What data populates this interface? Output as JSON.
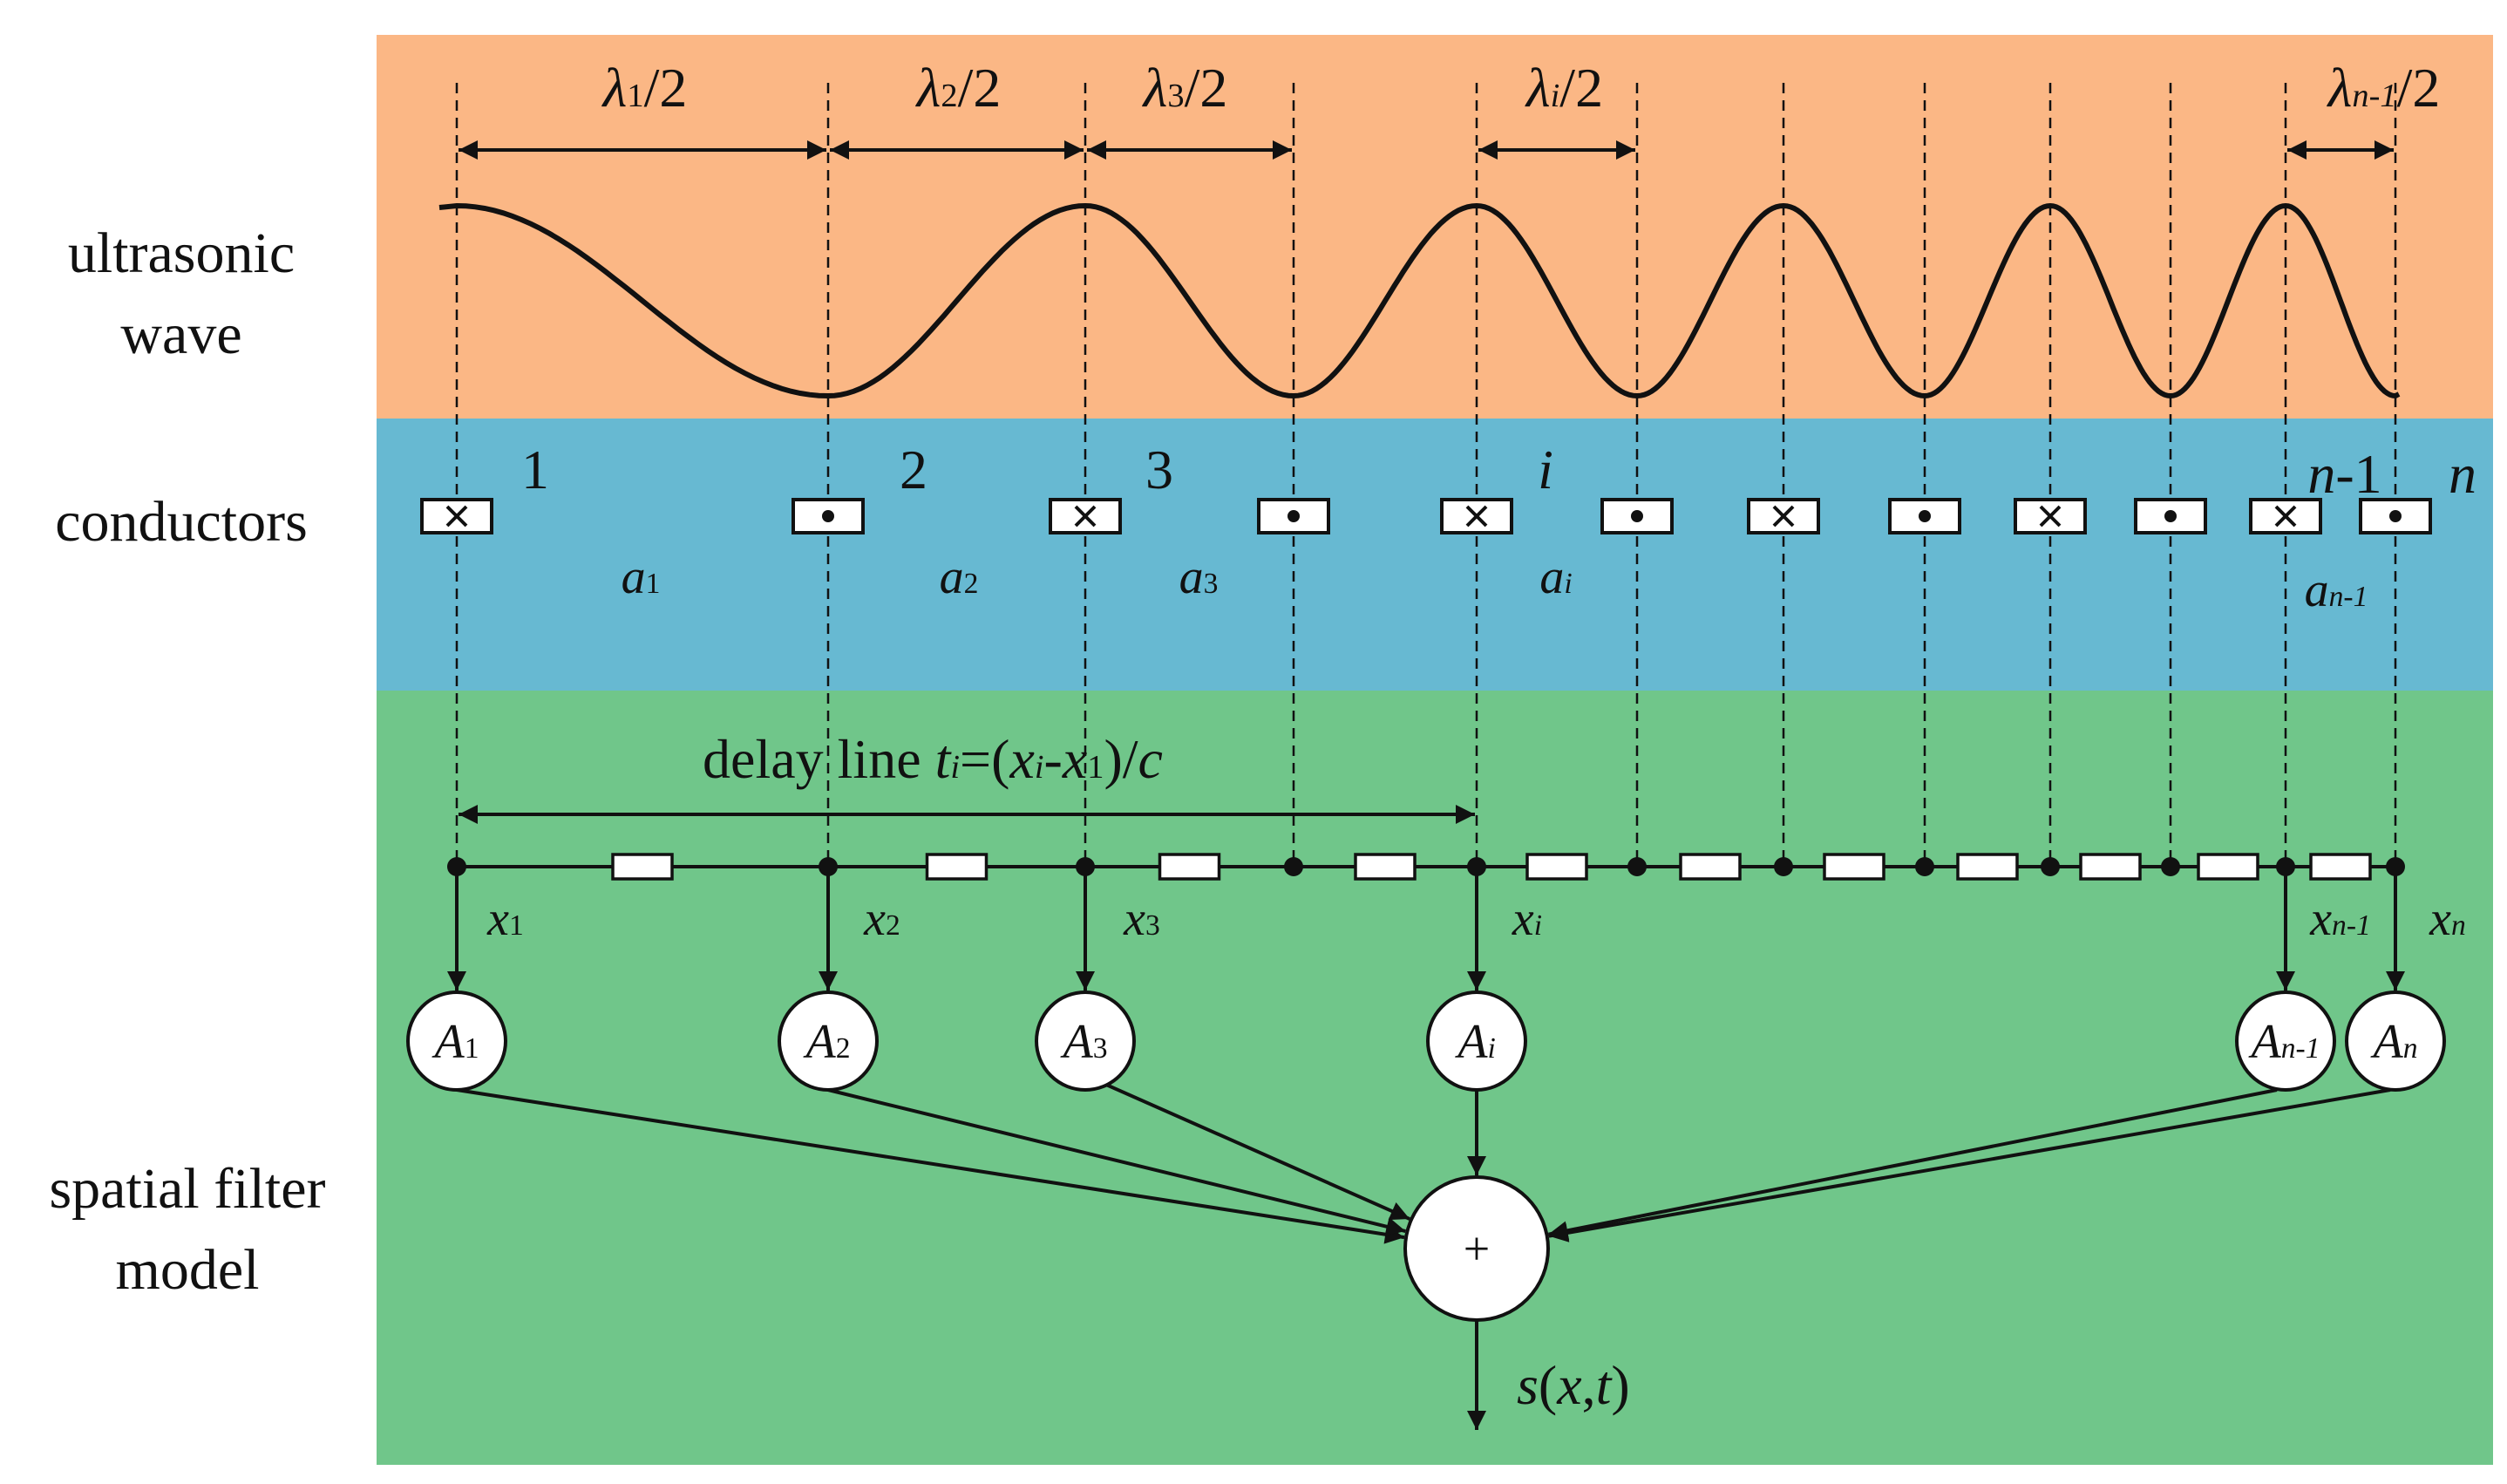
{
  "row_labels": {
    "ultrasonic_line1": "ultrasonic",
    "ultrasonic_line2": "wave",
    "conductors": "conductors",
    "filter_line1": "spatial filter",
    "filter_line2": "model"
  },
  "wavelength_labels": [
    {
      "sym": "λ",
      "sub": "1",
      "rest": "/2"
    },
    {
      "sym": "λ",
      "sub": "2",
      "rest": "/2"
    },
    {
      "sym": "λ",
      "sub": "3",
      "rest": "/2"
    },
    {
      "sym": "λ",
      "sub": "i",
      "rest": "/2"
    },
    {
      "sym": "λ",
      "sub": "n-1",
      "rest": "/2"
    }
  ],
  "conductor_indices": [
    "1",
    "2",
    "3",
    "i",
    "n-1",
    "n"
  ],
  "conductor_types": [
    "cross",
    "dot",
    "cross",
    "dot",
    "cross",
    "dot",
    "cross",
    "dot",
    "cross",
    "dot",
    "cross",
    "dot"
  ],
  "a_labels": [
    {
      "sym": "a",
      "sub": "1"
    },
    {
      "sym": "a",
      "sub": "2"
    },
    {
      "sym": "a",
      "sub": "3"
    },
    {
      "sym": "a",
      "sub": "i"
    },
    {
      "sym": "a",
      "sub": "n-1"
    }
  ],
  "delay_line": {
    "prefix": "delay line ",
    "t": "t",
    "t_sub": "i",
    "eq": "=(",
    "x1": "x",
    "x1_sub": "i",
    "minus": "-",
    "x2": "x",
    "x2_sub": "1",
    "close": ")/",
    "c": "c"
  },
  "x_labels": [
    {
      "sym": "x",
      "sub": "1"
    },
    {
      "sym": "x",
      "sub": "2"
    },
    {
      "sym": "x",
      "sub": "3"
    },
    {
      "sym": "x",
      "sub": "i"
    },
    {
      "sym": "x",
      "sub": "n-1"
    },
    {
      "sym": "x",
      "sub": "n"
    }
  ],
  "amplifiers": [
    {
      "sym": "A",
      "sub": "1"
    },
    {
      "sym": "A",
      "sub": "2"
    },
    {
      "sym": "A",
      "sub": "3"
    },
    {
      "sym": "A",
      "sub": "i"
    },
    {
      "sym": "A",
      "sub": "n-1"
    },
    {
      "sym": "A",
      "sub": "n"
    }
  ],
  "summer_symbol": "+",
  "output": {
    "s": "s",
    "open": "(",
    "x": "x",
    "comma": ",",
    "t": "t",
    "close": ")"
  }
}
